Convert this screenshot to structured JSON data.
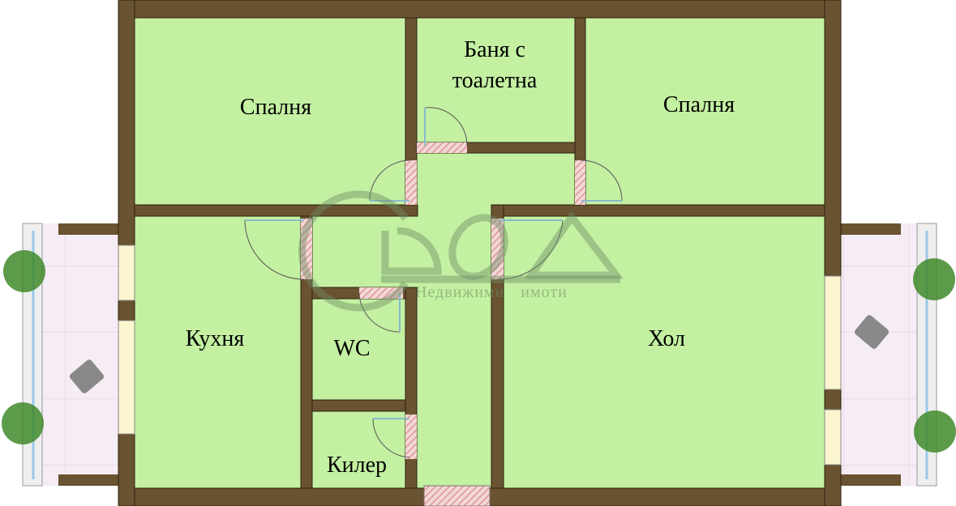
{
  "rooms": {
    "bedroom_left": "Спалня",
    "bathroom_line1": "Баня с",
    "bathroom_line2": "тоалетна",
    "bedroom_right": "Спалня",
    "kitchen": "Кухня",
    "wc": "WC",
    "living_room": "Хол",
    "storage": "Килер"
  },
  "watermark": {
    "logo": "СБОЛД",
    "tagline": "Недвижими имоти"
  },
  "colors": {
    "floor": "#c4f0a2",
    "wall": "#6a5330",
    "balcony": "#f4ecf4",
    "door_hatch": "#e8a8a8"
  }
}
